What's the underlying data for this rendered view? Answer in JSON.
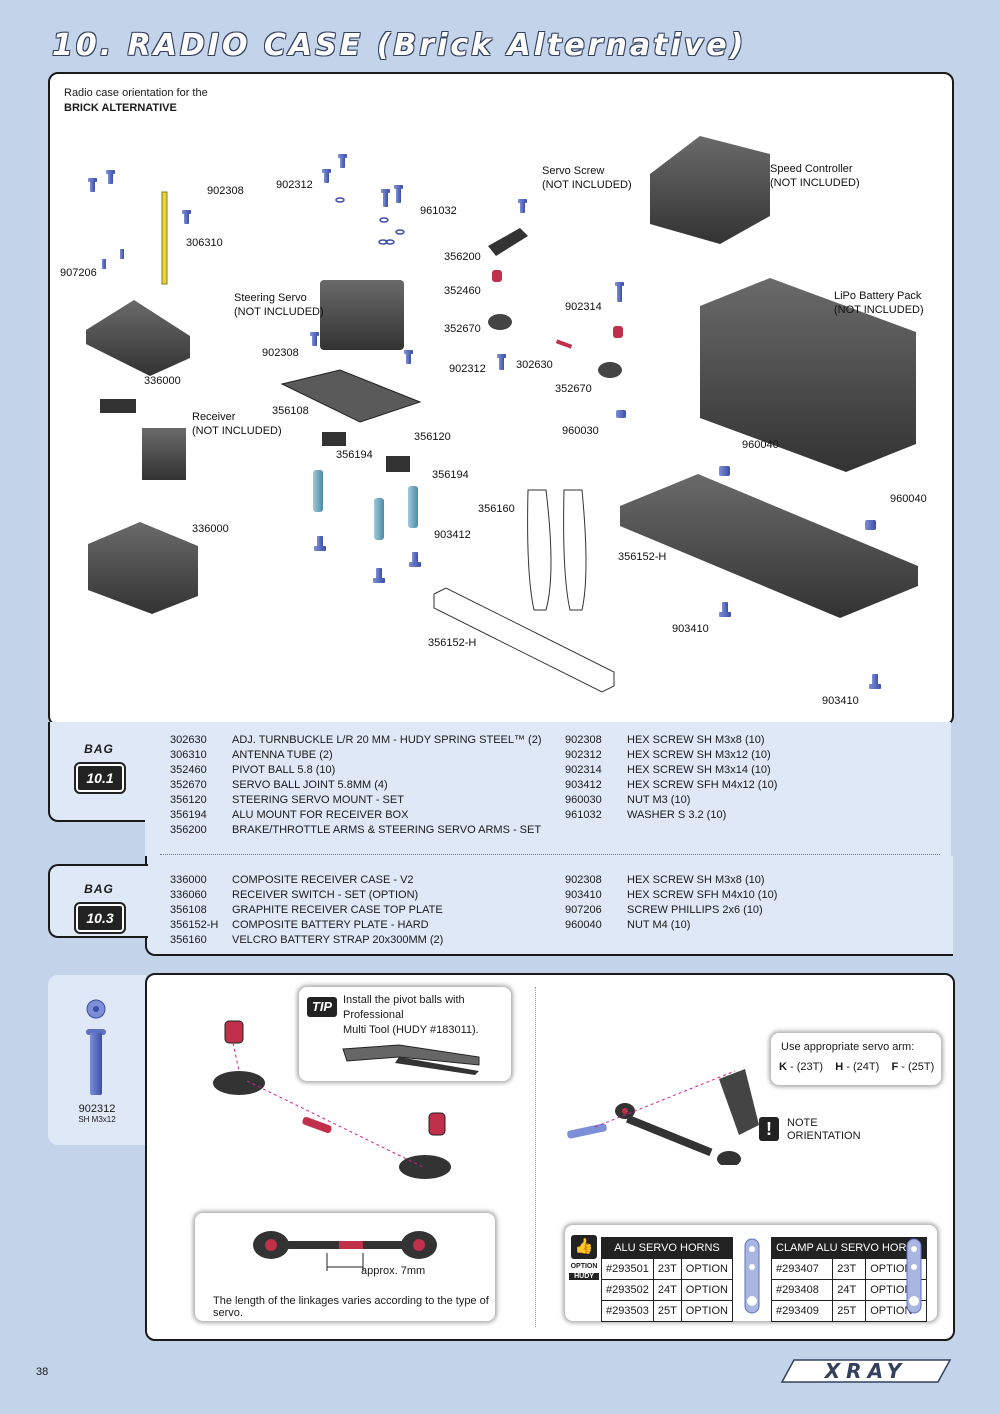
{
  "header": {
    "title": "10. RADIO CASE (Brick Alternative)"
  },
  "intro": {
    "line1": "Radio case orientation for the",
    "line2": "BRICK ALTERNATIVE"
  },
  "labels": {
    "p902308a": "902308",
    "p306310": "306310",
    "p907206": "907206",
    "p902312a": "902312",
    "p961032": "961032",
    "servo_screw_1": "Servo Screw",
    "servo_screw_2": "(NOT INCLUDED)",
    "speed_ctrl_1": "Speed Controller",
    "speed_ctrl_2": "(NOT INCLUDED)",
    "p356200": "356200",
    "p352460": "352460",
    "p352670a": "352670",
    "p902314": "902314",
    "lipo_1": "LiPo Battery Pack",
    "lipo_2": "(NOT INCLUDED)",
    "steer_servo_1": "Steering Servo",
    "steer_servo_2": "(NOT INCLUDED)",
    "p902308b": "902308",
    "p902312b": "902312",
    "p302630": "302630",
    "p352670b": "352670",
    "p336000a": "336000",
    "p356108": "356108",
    "receiver_1": "Receiver",
    "receiver_2": "(NOT INCLUDED)",
    "p356120": "356120",
    "p960030": "960030",
    "p960040a": "960040",
    "p356194a": "356194",
    "p356194b": "356194",
    "p960040b": "960040",
    "p356160": "356160",
    "p336000b": "336000",
    "p903412": "903412",
    "p356152h_a": "356152-H",
    "p903410a": "903410",
    "p356152h_b": "356152-H",
    "p903410b": "903410"
  },
  "bag_word": "BAG",
  "bag101": {
    "number": "10.1",
    "left": [
      {
        "code": "302630",
        "desc": "ADJ. TURNBUCKLE L/R 20 MM  - HUDY SPRING STEEL™ (2)"
      },
      {
        "code": "306310",
        "desc": "ANTENNA TUBE (2)"
      },
      {
        "code": "352460",
        "desc": "PIVOT BALL 5.8 (10)"
      },
      {
        "code": "352670",
        "desc": "SERVO BALL JOINT  5.8MM (4)"
      },
      {
        "code": "356120",
        "desc": "STEERING SERVO MOUNT - SET"
      },
      {
        "code": "356194",
        "desc": "ALU MOUNT FOR RECEIVER BOX"
      },
      {
        "code": "356200",
        "desc": "BRAKE/THROTTLE ARMS & STEERING SERVO ARMS - SET"
      }
    ],
    "right": [
      {
        "code": "902308",
        "desc": "HEX SCREW  SH M3x8  (10)"
      },
      {
        "code": "902312",
        "desc": "HEX SCREW  SH M3x12 (10)"
      },
      {
        "code": "902314",
        "desc": "HEX SCREW  SH M3x14 (10)"
      },
      {
        "code": "903412",
        "desc": "HEX SCREW  SFH M4x12 (10)"
      },
      {
        "code": "960030",
        "desc": "NUT M3 (10)"
      },
      {
        "code": "961032",
        "desc": "WASHER S 3.2 (10)"
      }
    ]
  },
  "bag103": {
    "number": "10.3",
    "left": [
      {
        "code": "336000",
        "desc": "COMPOSITE RECEIVER CASE - V2"
      },
      {
        "code": "336060",
        "desc": "RECEIVER SWITCH - SET (OPTION)"
      },
      {
        "code": "356108",
        "desc": "GRAPHITE RECEIVER CASE TOP PLATE"
      },
      {
        "code": "356152-H",
        "desc": "COMPOSITE BATTERY PLATE - HARD"
      },
      {
        "code": "356160",
        "desc": "VELCRO BATTERY STRAP 20x300MM (2)"
      }
    ],
    "right": [
      {
        "code": "902308",
        "desc": "HEX SCREW  SH M3x8  (10)"
      },
      {
        "code": "903410",
        "desc": "HEX SCREW  SFH M4x10  (10)"
      },
      {
        "code": "907206",
        "desc": "SCREW PHILLIPS 2x6  (10)"
      },
      {
        "code": "960040",
        "desc": "NUT M4  (10)"
      }
    ]
  },
  "screw_ref": {
    "code": "902312",
    "desc": "SH M3x12"
  },
  "tip": {
    "badge": "TIP",
    "line1": "Install the pivot balls with Professional",
    "line2": "Multi Tool (HUDY #183011)."
  },
  "linkage": {
    "measure": "approx. 7mm",
    "caption": "The length of the linkages varies according to the type of servo."
  },
  "servo_arm": {
    "title": "Use appropriate servo arm:",
    "k_key": "K",
    "k_val": " - (23T)",
    "h_key": "H",
    "h_val": " - (24T)",
    "f_key": "F",
    "f_val": " - (25T)"
  },
  "note": {
    "line1": "NOTE",
    "line2": "ORIENTATION"
  },
  "option": {
    "word": "OPTION",
    "brand": "HUDY"
  },
  "alu_horns": {
    "title": "ALU SERVO HORNS",
    "rows": [
      [
        "#293501",
        "23T",
        "OPTION"
      ],
      [
        "#293502",
        "24T",
        "OPTION"
      ],
      [
        "#293503",
        "25T",
        "OPTION"
      ]
    ]
  },
  "clamp_horns": {
    "title": "CLAMP ALU SERVO HORNS",
    "rows": [
      [
        "#293407",
        "23T",
        "OPTION"
      ],
      [
        "#293408",
        "24T",
        "OPTION"
      ],
      [
        "#293409",
        "25T",
        "OPTION"
      ]
    ]
  },
  "footer": {
    "page": "38",
    "brand": "XRAY"
  }
}
